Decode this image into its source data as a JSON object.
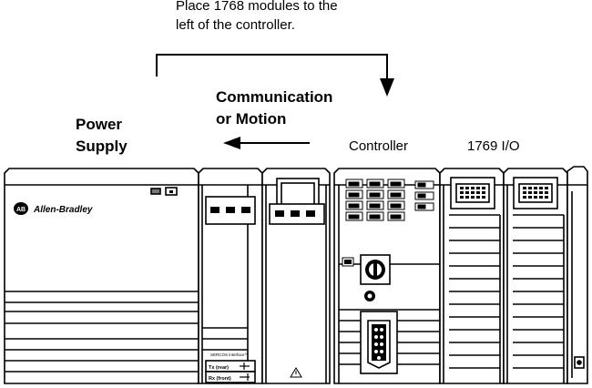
{
  "labels": {
    "instruction_line1": "Place 1768 modules to the",
    "instruction_line2": "left of the controller.",
    "comm_line1": "Communication",
    "comm_line2": "or Motion",
    "power_line1": "Power",
    "power_line2": "Supply",
    "controller": "Controller",
    "io": "1769 I/O"
  },
  "hardware": {
    "ab_logo": "AB",
    "brand": "Allen-Bradley",
    "sercos": "SERCOS interface™",
    "port_tx": "Tx (rear)",
    "port_rx": "Rx (front)"
  },
  "colors": {
    "line": "#000000",
    "panel": "#ffffff"
  }
}
